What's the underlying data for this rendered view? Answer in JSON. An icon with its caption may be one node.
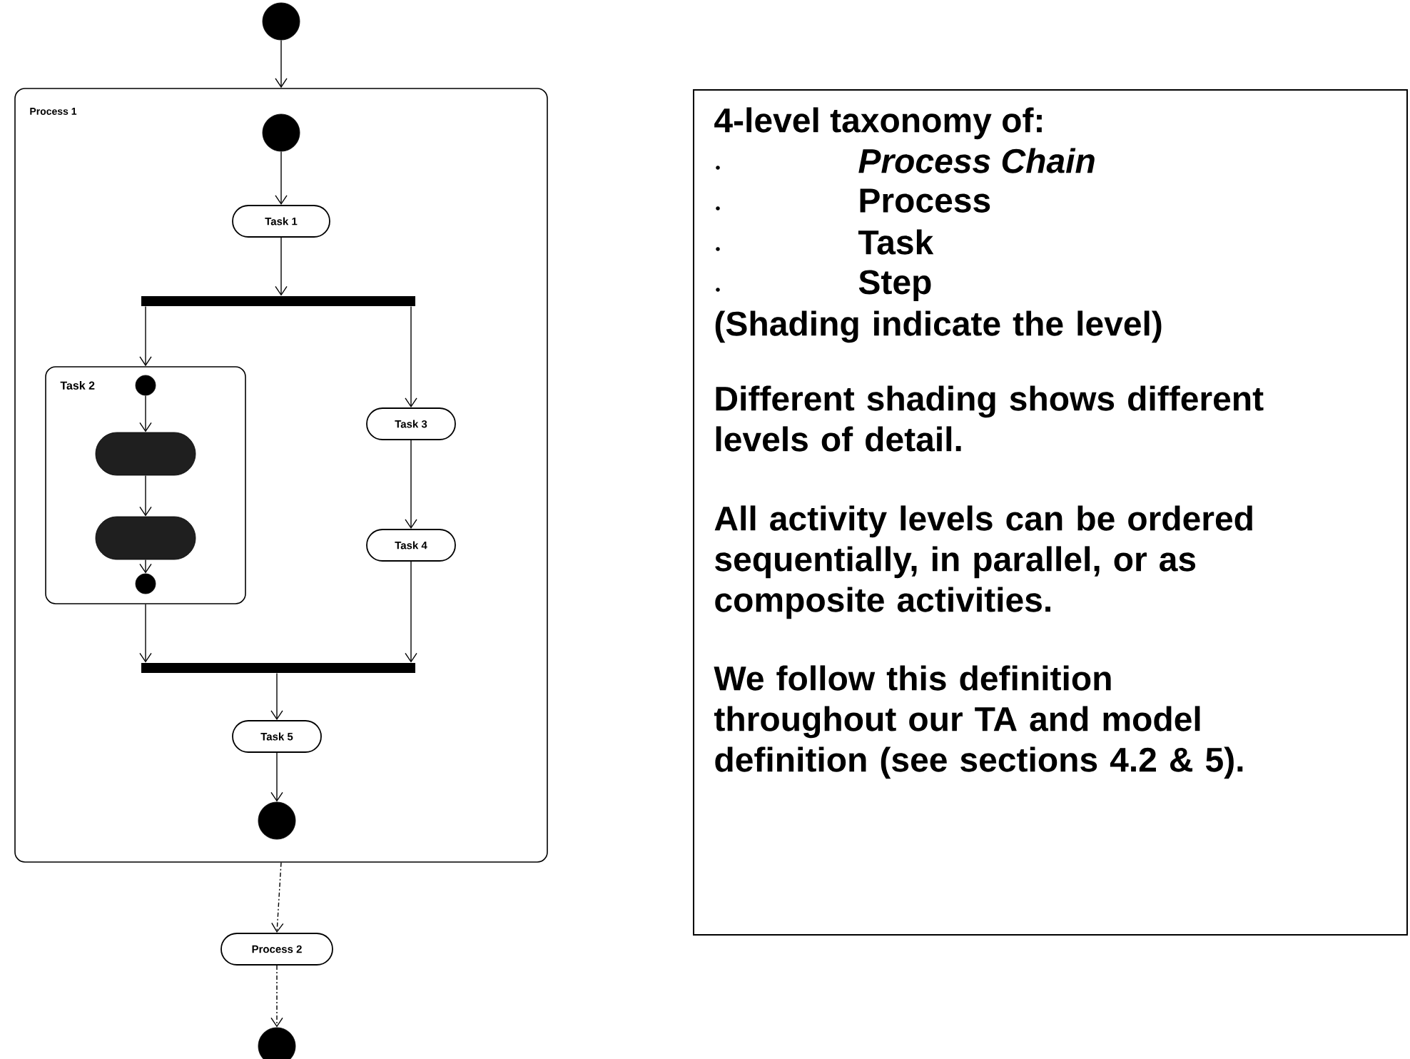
{
  "diagram": {
    "nodes": [
      {
        "text": [],
        "shape": "circle"
      },
      {
        "text": [
          "Process 1"
        ]
      },
      {
        "text": [],
        "shape": "circle",
        "in": 1
      },
      {
        "text": [
          "Task 1"
        ],
        "in": 1
      },
      {
        "text": [],
        "shape": "bar",
        "in": 1
      },
      {
        "text": [
          "Task 2"
        ],
        "in": 1
      },
      {
        "text": [],
        "shape": "circle",
        "in": 5
      },
      {
        "text": [],
        "shape": "box",
        "in": 5
      },
      {
        "text": [],
        "shape": "box",
        "in": 5
      },
      {
        "text": [],
        "shape": "circle",
        "in": 5
      },
      {
        "text": [
          "Task 3"
        ],
        "in": 1
      },
      {
        "text": [
          "Task 4"
        ],
        "in": 1
      },
      {
        "text": [],
        "shape": "bar",
        "in": 1
      },
      {
        "text": [
          "Task 5"
        ],
        "in": 1
      },
      {
        "text": [],
        "shape": "circle",
        "in": 1
      },
      {
        "text": [
          "Process 2"
        ]
      },
      {
        "text": [],
        "shape": "circle"
      },
      {
        "text": [
          "4-level taxonomy of:",
          "Process Chain",
          "Process",
          "Task",
          "Step",
          "(Shading indicate the level)",
          "Different shading shows different levels of detail.",
          "All activity levels can be ordered sequentially, in parallel, or as composite activities.",
          "We follow this definition throughout our TA and model definition (see sections 4.2 & 5)."
        ]
      }
    ],
    "edges": [
      {
        "from": 0,
        "to": 1,
        "arrow": "to"
      },
      {
        "from": 2,
        "to": 3,
        "arrow": "to"
      },
      {
        "from": 3,
        "to": 4,
        "arrow": "to"
      },
      {
        "from": 4,
        "to": 5,
        "arrow": "to"
      },
      {
        "from": 4,
        "to": 10,
        "arrow": "to"
      },
      {
        "from": 6,
        "to": 7,
        "arrow": "to"
      },
      {
        "from": 7,
        "to": 8,
        "arrow": "to"
      },
      {
        "from": 8,
        "to": 9,
        "arrow": "to"
      },
      {
        "from": 10,
        "to": 11,
        "arrow": "to"
      },
      {
        "from": 5,
        "to": 12,
        "arrow": "to"
      },
      {
        "from": 11,
        "to": 12,
        "arrow": "to"
      },
      {
        "from": 12,
        "to": 13,
        "arrow": "to"
      },
      {
        "from": 13,
        "to": 14,
        "arrow": "to"
      },
      {
        "from": 1,
        "to": 15,
        "arrow": "to",
        "style": "dashed"
      },
      {
        "from": 15,
        "to": 16,
        "arrow": "to",
        "style": "dashed"
      }
    ]
  }
}
